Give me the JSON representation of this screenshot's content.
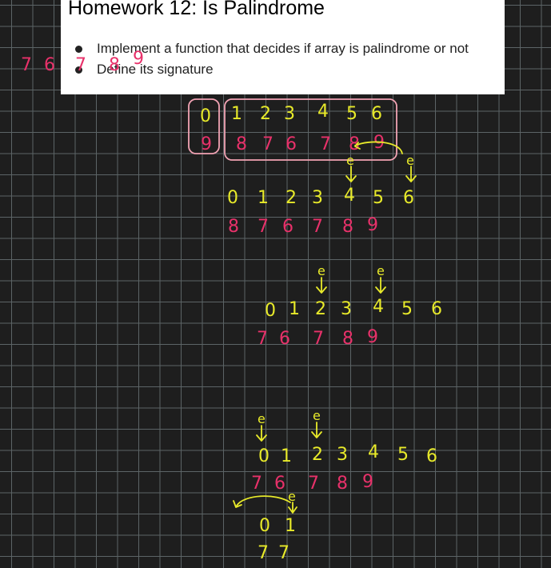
{
  "slide": {
    "title": "Homework 12: Is Palindrome",
    "bullets": [
      "Implement a function that decides if array is palindrome or not",
      "Define its signature"
    ]
  },
  "colors": {
    "background": "#1e1e1e",
    "grid": "#5c6466",
    "ink_yellow": "#e8ea2a",
    "ink_red": "#e8316a",
    "box_pink": "#f2a3b4"
  },
  "annotations": {
    "top_left_scribble": [
      "7",
      "6",
      "7",
      "8",
      "9"
    ],
    "pointer_label": "e",
    "table1": {
      "index_row": [
        "0",
        "1",
        "2",
        "3",
        "4",
        "5",
        "6"
      ],
      "value_row": [
        "9",
        "8",
        "7",
        "6",
        "7",
        "8",
        "9"
      ]
    },
    "table2": {
      "index_row": [
        "0",
        "1",
        "2",
        "3",
        "4",
        "5",
        "6"
      ],
      "value_row": [
        "8",
        "7",
        "6",
        "7",
        "8",
        "9"
      ]
    },
    "table3": {
      "index_row": [
        "0",
        "1",
        "2",
        "3",
        "4",
        "5",
        "6"
      ],
      "value_row": [
        "7",
        "6",
        "7",
        "8",
        "9"
      ]
    },
    "table4": {
      "index_row": [
        "0",
        "1",
        "2",
        "3",
        "4",
        "5",
        "6"
      ],
      "value_row": [
        "7",
        "6",
        "7",
        "8",
        "9"
      ]
    },
    "table5": {
      "index_row": [
        "0",
        "1"
      ],
      "value_row": [
        "7",
        "7"
      ]
    }
  }
}
